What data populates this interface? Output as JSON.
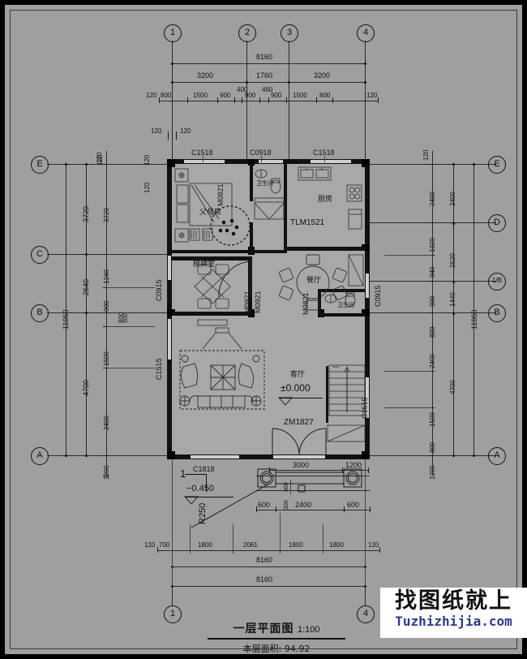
{
  "drawing": {
    "title_cn": "一层平面图",
    "scale": "1:100",
    "area_label_cn": "本层面积: 94.92",
    "sheet_bg": "#9f9f9f",
    "ink": "#111111"
  },
  "watermark": {
    "cn": "找图纸就上",
    "url": "Tuzhizhijia.com",
    "url_color": "#2b3a8f"
  },
  "grid": {
    "vertical_labels": [
      "1",
      "2",
      "3",
      "4"
    ],
    "horizontal_labels_left": [
      "E",
      "C",
      "B",
      "A"
    ],
    "horizontal_labels_right": [
      "E",
      "D",
      "1/B",
      "B",
      "A"
    ]
  },
  "dimensions": {
    "top_overall": "8160",
    "top_bays": [
      "3200",
      "1760",
      "3200"
    ],
    "top_detail": [
      "120",
      "800",
      "1500",
      "900",
      "400",
      "900",
      "460",
      "900",
      "1500",
      "800",
      "120"
    ],
    "top_corner_notes": [
      "120",
      "120",
      "120",
      "120"
    ],
    "left_overall": "11060",
    "left_bays": [
      "3720",
      "2640",
      "4700"
    ],
    "left_sub": [
      "3720",
      "1240",
      "900",
      "500",
      "800",
      "1500",
      "2400"
    ],
    "left_bottom": "1200",
    "right_overall": "11060",
    "right_bays": [
      "2400",
      "2520",
      "1440",
      "4700"
    ],
    "right_sub": [
      "2400",
      "1320",
      "940",
      "900",
      "800",
      "2400",
      "1500",
      "800"
    ],
    "right_bottom": "1200",
    "right_top_note": "120",
    "porch_top": [
      "3000",
      "1200"
    ],
    "porch_mid": [
      "600",
      "2400",
      "600"
    ],
    "porch_side": [
      "300",
      "300"
    ],
    "bottom_detail": [
      "120",
      "700",
      "1800",
      "2061",
      "1800",
      "1800",
      "120"
    ],
    "bottom_overall_1": "8160",
    "bottom_overall_2": "8160"
  },
  "rooms": [
    {
      "id": "parents-bedroom",
      "label": "父母房"
    },
    {
      "id": "bathroom-upper",
      "label": "卫生间"
    },
    {
      "id": "kitchen",
      "label": "厨房"
    },
    {
      "id": "mahjong-room",
      "label": "棋牌室"
    },
    {
      "id": "dining-room",
      "label": "餐厅"
    },
    {
      "id": "bathroom-lower",
      "label": "卫生间"
    },
    {
      "id": "living-room",
      "label": "客厅"
    }
  ],
  "levels": {
    "living_room_level": "±0.000",
    "porch_level": "−0.450",
    "section_mark": "1",
    "radius_note": "R250"
  },
  "openings": {
    "windows": [
      "C1518",
      "C0918",
      "C1518",
      "C0915",
      "C1515",
      "C1818",
      "C0915",
      "C1515"
    ],
    "doors": [
      "M0821",
      "M0921",
      "M0921",
      "M0821",
      "TLM1521",
      "ZM1827"
    ]
  }
}
